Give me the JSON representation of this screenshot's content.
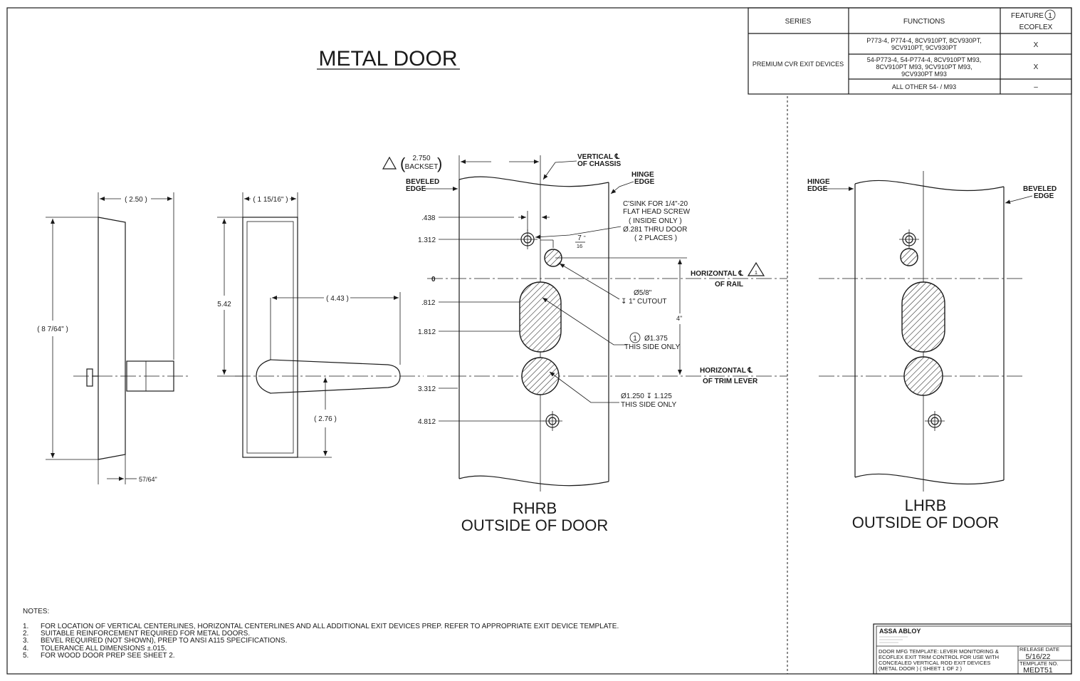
{
  "title": "METAL DOOR",
  "feature_table": {
    "headers": {
      "series": "SERIES",
      "functions": "FUNCTIONS",
      "feature": "FEATURE",
      "feature_num": "1",
      "feature_name": "ECOFLEX"
    },
    "series_name": "PREMIUM CVR EXIT DEVICES",
    "rows": [
      {
        "line1": "P773-4, P774-4, 8CV910PT, 8CV930PT,",
        "line2": "9CV910PT, 9CV930PT",
        "line3": "",
        "mark": "X"
      },
      {
        "line1": "54-P773-4, 54-P774-4, 8CV910PT M93,",
        "line2": "8CV910PT M93, 9CV910PT M93,",
        "line3": "9CV930PT M93",
        "mark": "X"
      },
      {
        "line1": "ALL OTHER 54- / M93",
        "line2": "",
        "line3": "",
        "mark": "–"
      }
    ]
  },
  "side_view": {
    "depth": "( 2.50 )",
    "height": "( 8 7/64\" )",
    "base": "57/64\""
  },
  "front_view": {
    "width": "( 1 15/16\" )",
    "height": "5.42",
    "lever_length": "( 4.43 )",
    "lever_drop": "( 2.76 )"
  },
  "rhrb": {
    "backset_value": "2.750",
    "backset_label": "BACKSET",
    "vertical_cl_1": "VERTICAL ℄",
    "vertical_cl_2": "OF CHASSIS",
    "hinge_1": "HINGE",
    "hinge_2": "EDGE",
    "beveled_1": "BEVELED",
    "beveled_2": "EDGE",
    "csink": [
      "C'SINK FOR 1/4\"-20",
      "FLAT HEAD SCREW",
      "( INSIDE ONLY )",
      "Ø.281 THRU DOOR",
      "( 2 PLACES )"
    ],
    "offset_num": "7",
    "offset_den": "16",
    "offset_unit": "\"",
    "dims": [
      ".438",
      "1.312",
      "0",
      ".812",
      "1.812",
      "3.312",
      "4.812"
    ],
    "cutout_1": "Ø5/8\"",
    "cutout_2": "↧ 1\" CUTOUT",
    "slot_ref": "1",
    "slot_1": "Ø1.375",
    "slot_2": "THIS SIDE ONLY",
    "hole_1": "Ø1.250 ↧ 1.125",
    "hole_2": "THIS SIDE ONLY",
    "rail_1": "HORIZONTAL ℄",
    "rail_2": "OF RAIL",
    "trim_1": "HORIZONTAL ℄",
    "trim_2": "OF TRIM LEVER",
    "vert_dim": "4\"",
    "caption_1": "RHRB",
    "caption_2": "OUTSIDE OF DOOR"
  },
  "lhrb": {
    "hinge_1": "HINGE",
    "hinge_2": "EDGE",
    "beveled_1": "BEVELED",
    "beveled_2": "EDGE",
    "caption_1": "LHRB",
    "caption_2": "OUTSIDE OF DOOR"
  },
  "notes": {
    "heading": "NOTES:",
    "items": [
      {
        "n": "1.",
        "text": "FOR LOCATION OF VERTICAL CENTERLINES, HORIZONTAL CENTERLINES AND ALL ADDITIONAL EXIT DEVICES PREP. REFER TO APPROPRIATE EXIT DEVICE TEMPLATE."
      },
      {
        "n": "2.",
        "text": "SUITABLE REINFORCEMENT REQUIRED FOR METAL DOORS."
      },
      {
        "n": "3.",
        "text": "BEVEL REQUIRED (NOT SHOWN), PREP TO ANSI A115 SPECIFICATIONS."
      },
      {
        "n": "4.",
        "text": "TOLERANCE ALL DIMENSIONS ±.015."
      },
      {
        "n": "5.",
        "text": "FOR WOOD DOOR PREP SEE SHEET 2."
      }
    ]
  },
  "title_block": {
    "brand": "ASSA ABLOY",
    "desc": [
      "DOOR MFG TEMPLATE: LEVER MONITORING &",
      "ECOFLEX EXIT TRIM CONTROL FOR USE WITH",
      "CONCEALED VERTICAL ROD EXIT DEVICES",
      "(METAL DOOR ) ( SHEET 1 OF 2 )"
    ],
    "release_label": "RELEASE DATE",
    "release_date": "5/16/22",
    "template_label": "TEMPLATE NO.",
    "template_no": "MEDT51"
  }
}
